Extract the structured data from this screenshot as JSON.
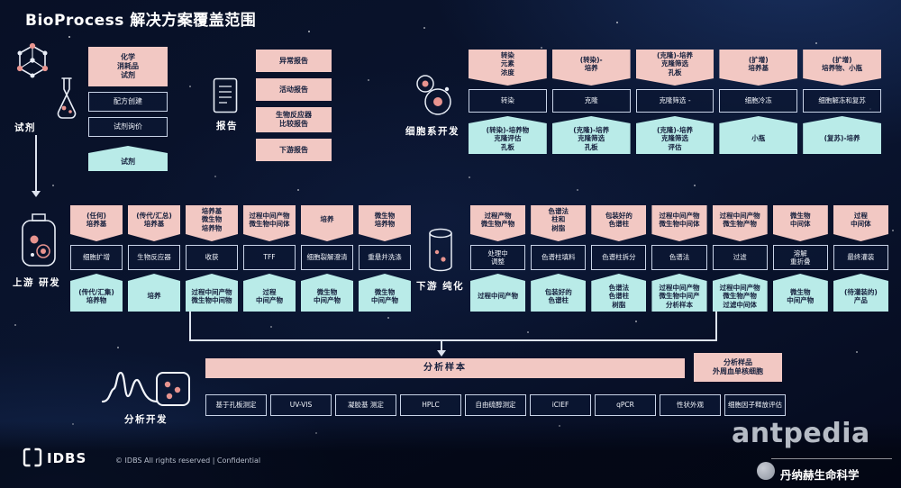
{
  "title": "BioProcess 解决方案覆盖范围",
  "colors": {
    "pink": "#f2c8c3",
    "cyan": "#b9ebe8",
    "dark_box": "#0c1733",
    "background": "#081026",
    "accent_dot": "#e8948f"
  },
  "icons": {
    "molecule-icon": "hexagon molecule",
    "flask-icon": "conical flask",
    "report-icon": "document with lines",
    "cell-line-icon": "overlapping cells",
    "bioreactor-icon": "bioreactor vessel",
    "chromatography-column-icon": "column cylinder",
    "chromatogram-icon": "waveform trace",
    "assay-plate-icon": "rounded square with dots",
    "arrowhead-down-icon": "down arrow",
    "idbs-logo-icon": "bracket square logo",
    "danaher-logo-icon": "gray circle logo"
  },
  "reagents": {
    "label": "试剂",
    "consumables": "化学\n消耗品\n试剂",
    "recipe": "配方创建",
    "reagent_prep": "试剂询价",
    "reagent": "试剂"
  },
  "reports": {
    "label": "报告",
    "items": [
      "异常报告",
      "活动报告",
      "生物反应器\n比较报告",
      "下游报告"
    ]
  },
  "cell_line": {
    "label": "细胞系开发",
    "top": [
      "转染\n元素\n浓度",
      "(转染)-\n培养",
      "(克隆)-培养\n克隆筛选\n孔板",
      "(扩增)\n培养基",
      "(扩增)\n培养物、小瓶"
    ],
    "mid": [
      "转染",
      "克隆",
      "克隆筛选 -",
      "细胞冷冻",
      "细胞解冻和复苏"
    ],
    "bottom": [
      "(转染)-培养物\n克隆评估\n孔板",
      "(克隆)-培养\n克隆筛选\n孔板",
      "(克隆)-培养\n克隆筛选\n评估",
      "小瓶",
      "(复苏)-培养"
    ]
  },
  "upstream": {
    "label": "上游 研发",
    "top": [
      "(任何)\n培养基",
      "(传代/汇总)\n培养基",
      "培养基\n微生物\n培养物",
      "过程中间产物\n微生物中间体",
      "培养",
      "微生物\n培养物"
    ],
    "mid": [
      "细胞扩增",
      "生物反应器",
      "收获",
      "TFF",
      "细胞裂解澄清",
      "重悬并洗涤"
    ],
    "bottom": [
      "(传代/汇集)\n培养物",
      "培养",
      "过程中间产物\n微生物中间物",
      "过程\n中间产物",
      "微生物\n中间产物",
      "微生物\n中间产物"
    ]
  },
  "downstream": {
    "label": "下游 纯化",
    "top": [
      "过程产物\n微生物产物",
      "色谱法\n柱和\n树脂",
      "包装好的\n色谱柱",
      "过程中间产物\n微生物中间体",
      "过程中间产物\n微生物产物",
      "微生物\n中间体",
      "过程\n中间体"
    ],
    "mid": [
      "处理中\n调整",
      "色谱柱填料",
      "色谱柱拆分",
      "色谱法",
      "过滤",
      "溶解\n重折叠",
      "最终灌装"
    ],
    "bottom": [
      "过程中间产物",
      "包装好的\n色谱柱",
      "色谱法\n色谱柱\n树脂",
      "过程中间产物\n微生物中间产\n分析样本",
      "过程中间产物\n微生物产物\n过滤中间体",
      "微生物\n中间产物",
      "(待灌装的)\n产品"
    ]
  },
  "analytical": {
    "label": "分析开发",
    "sample_bar": "分析样本",
    "side_box": "分析样品\n外周血单核细胞",
    "assays": [
      "基于孔板测定",
      "UV-VIS",
      "凝胶基 测定",
      "HPLC",
      "自由硫醇测定",
      "iCIEF",
      "qPCR",
      "性状外观",
      "细胞因子释放评估"
    ]
  },
  "footer": {
    "brand": "IDBS",
    "copyright": "© IDBS All rights reserved | Confidential",
    "watermark": "antpedia",
    "partner": "丹纳赫生命科学"
  }
}
